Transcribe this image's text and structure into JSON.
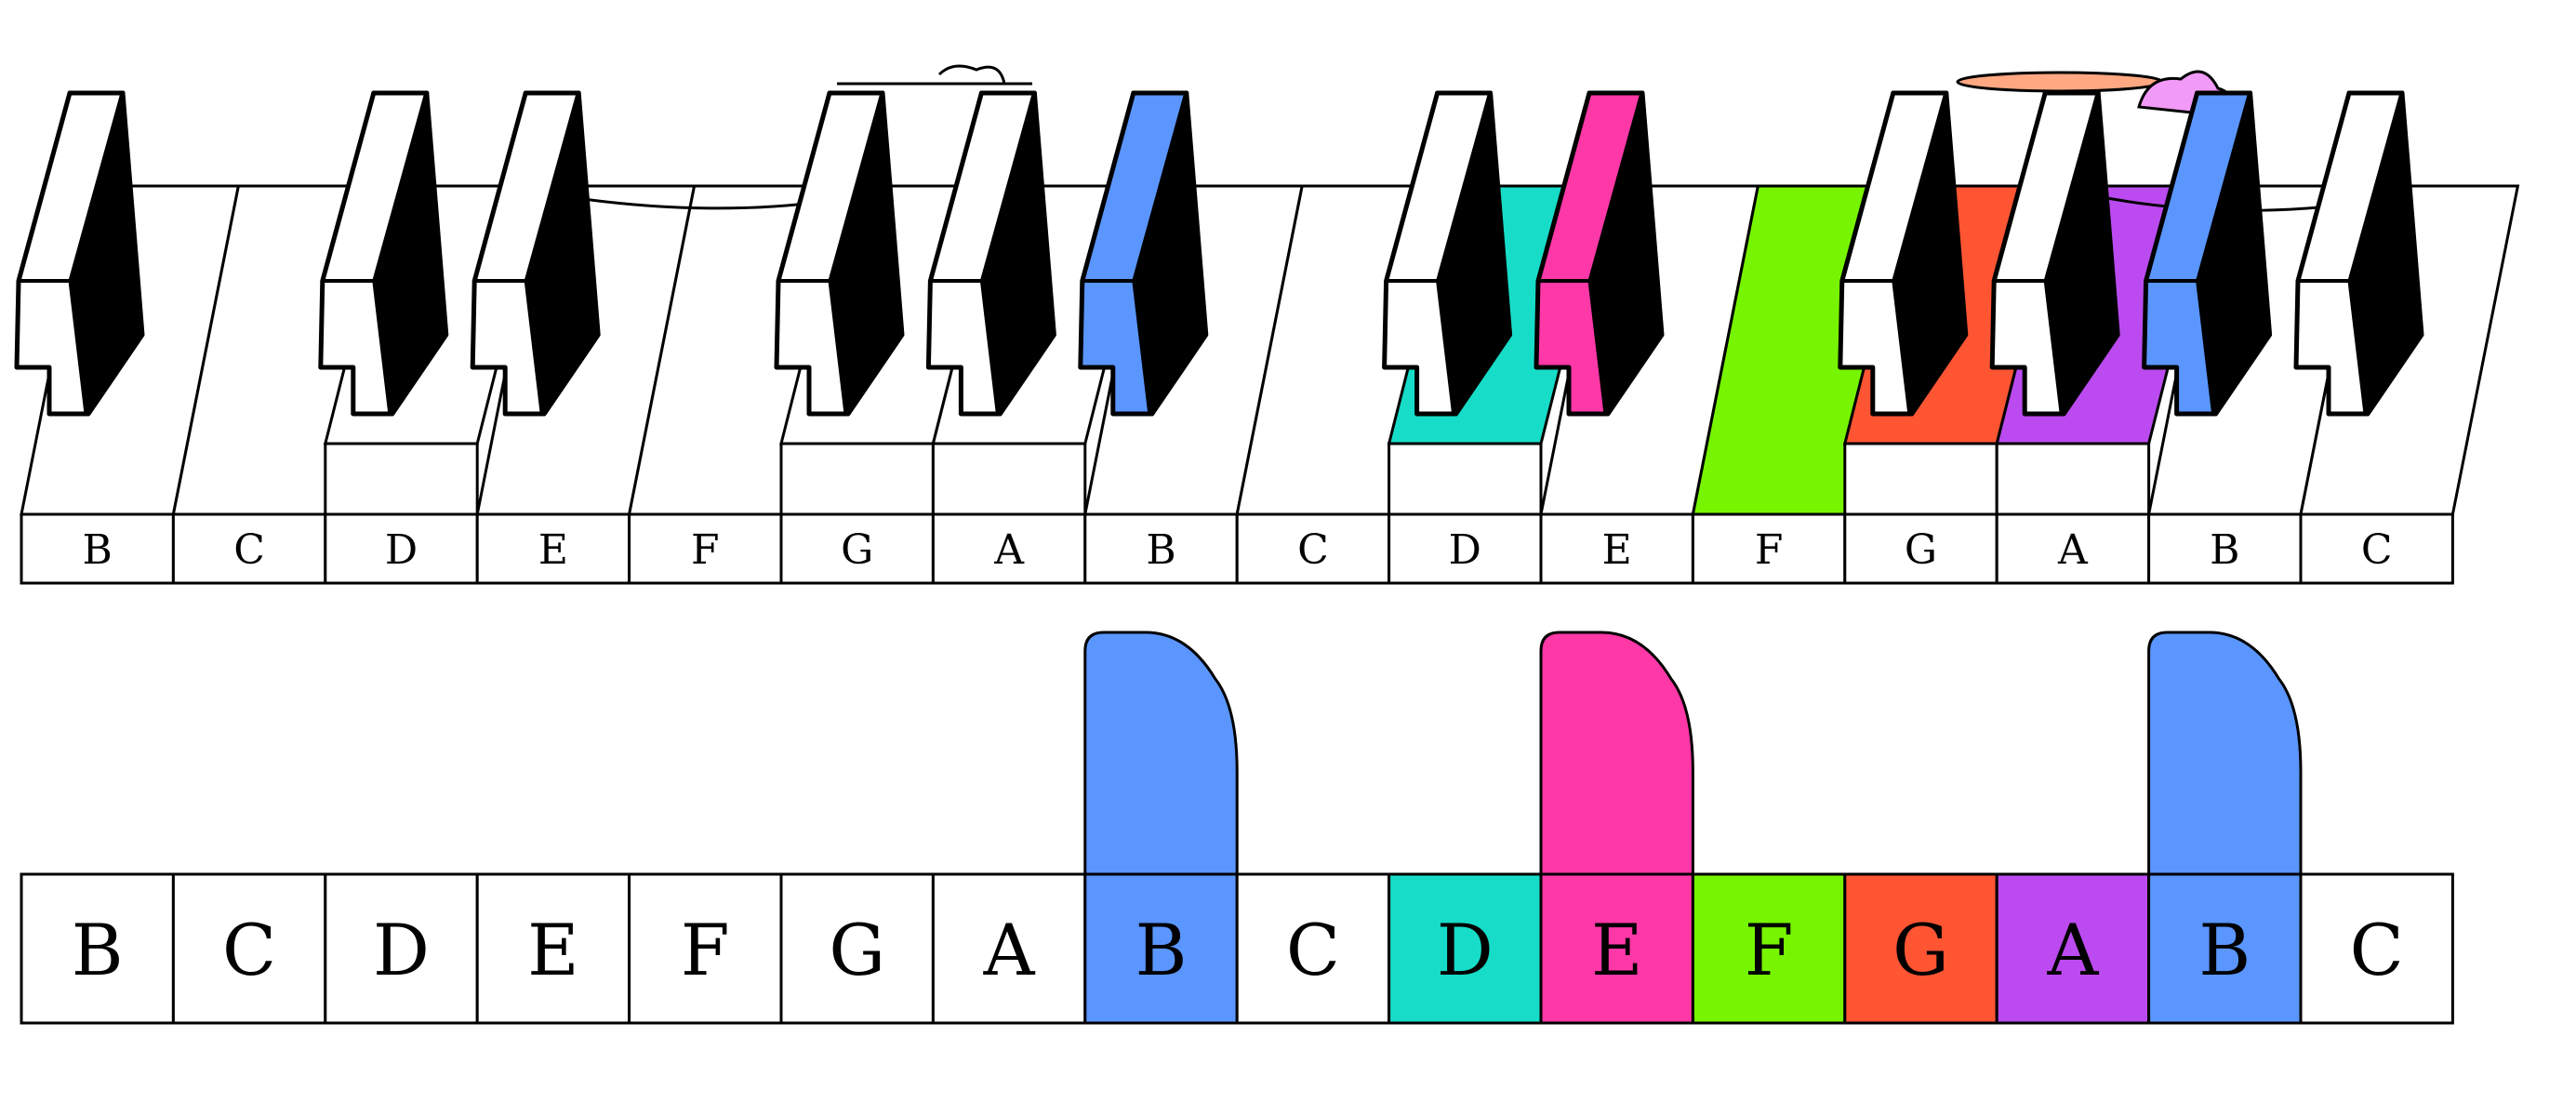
{
  "keys": [
    "B",
    "C",
    "D",
    "E",
    "F",
    "G",
    "A",
    "B",
    "C",
    "D",
    "E",
    "F",
    "G",
    "A",
    "B",
    "C"
  ],
  "colors": {
    "blue": "#5B96FF",
    "pink": "#FF38A8",
    "teal": "#17DDC8",
    "green": "#77F500",
    "red": "#FF5533",
    "purple": "#BB4BF0",
    "white": "#FFFFFF",
    "black": "#000000"
  },
  "top_diagram": {
    "raised_keys": [
      2,
      5,
      6,
      9,
      12,
      13
    ],
    "slabs": [
      0,
      2,
      3,
      5,
      6,
      7,
      9,
      10,
      12,
      13,
      14,
      15
    ],
    "slab_colors": {
      "7": "blue",
      "10": "pink",
      "14": "blue"
    },
    "key_top_colors": {
      "9": "teal",
      "11": "green",
      "12": "red",
      "13": "purple"
    }
  },
  "bottom_diagram": {
    "key_colors": {
      "7": "blue",
      "9": "teal",
      "10": "pink",
      "11": "green",
      "12": "red",
      "13": "purple",
      "14": "blue"
    },
    "tabs": [
      {
        "key": 7,
        "color": "blue"
      },
      {
        "key": 10,
        "color": "pink"
      },
      {
        "key": 14,
        "color": "blue"
      }
    ]
  }
}
